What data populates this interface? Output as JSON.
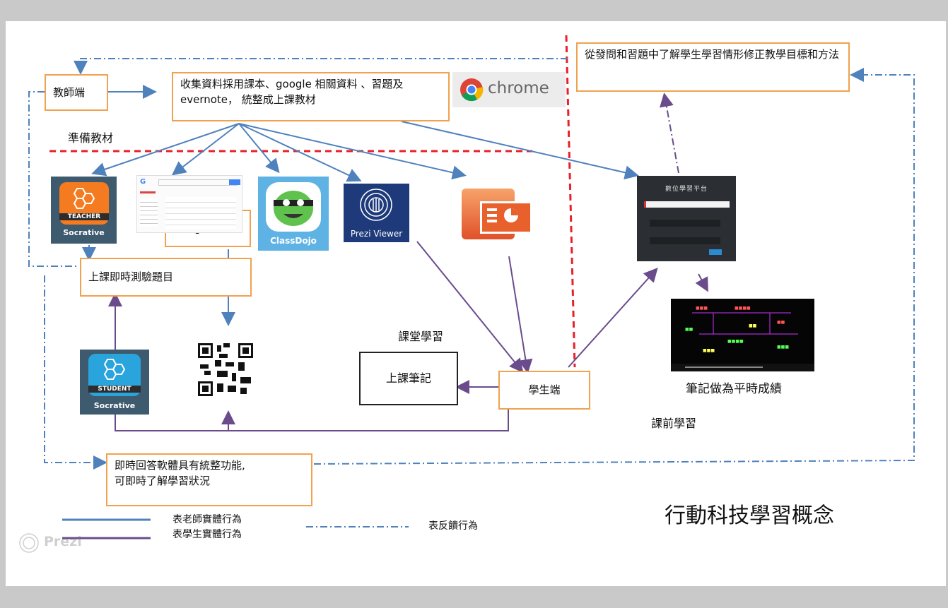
{
  "diagram": {
    "title": "行動科技學習概念",
    "teacher_box": "教師端",
    "collect_box": "收集資料採用課本、google 相關資料 、習題及 evernote， 統整成上課教材",
    "prepare_label": "準備教材",
    "feedback_box": "從發問和習題中了解學生學習情形修正教學目標和方法",
    "quiz_box": "上課即時測驗題目",
    "google_form_box": "Google 表單",
    "classroom_label": "課堂學習",
    "notes_box": "上課筆記",
    "student_box": "學生端",
    "notes_grade_label": "筆記做為平時成績",
    "preclass_label": "課前學習",
    "instant_box": "即時回答軟體具有統整功能,\n可即時了解學習狀況"
  },
  "apps": {
    "chrome": "chrome",
    "socrative_teacher_top": "TEACHER",
    "socrative_teacher_name": "Socrative",
    "classdojo": "ClassDojo",
    "prezi_viewer": "Prezi Viewer",
    "socrative_student_top": "STUDENT",
    "socrative_student_name": "Socrative",
    "platform_title1": "數位學習平台",
    "prezi_logo": "Prezi"
  },
  "legend": {
    "teacher_action": "表老師實體行為",
    "student_action": "表學生實體行為",
    "feedback_action": "表反饋行為"
  },
  "colors": {
    "teacher_line": "#4f81bd",
    "student_line": "#6a4c8c",
    "box_border": "#f0a24e",
    "divider": "#e8202a",
    "socrative_orange": "#f47b20",
    "socrative_blue": "#2aa4dd"
  }
}
